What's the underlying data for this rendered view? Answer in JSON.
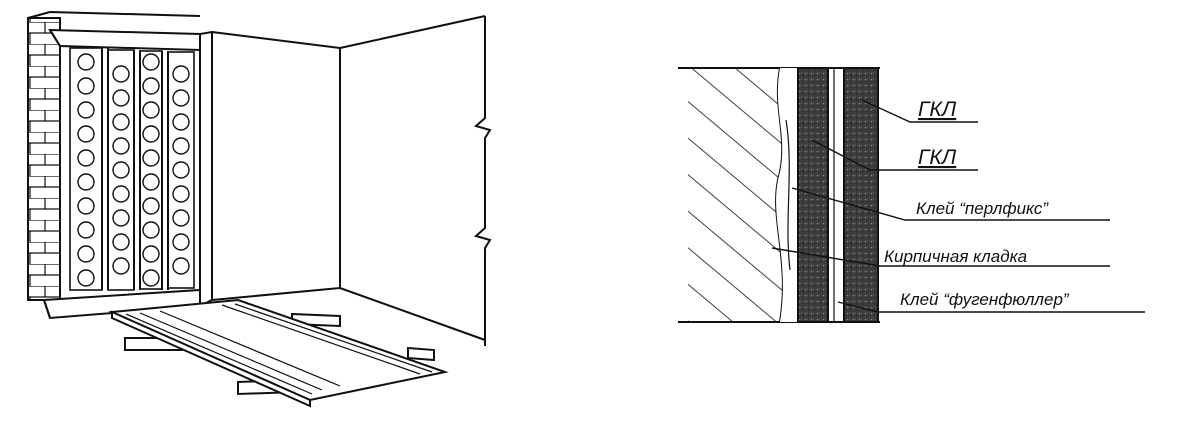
{
  "colors": {
    "ink": "#111111",
    "panel": "#4a4a4a",
    "paper": "#ffffff"
  },
  "section_labels": {
    "gkl_outer": "ГКЛ",
    "gkl_inner": "ГКЛ",
    "glue_perlfix": "Клей “перлфикс”",
    "brickwork": "Кирпичная кладка",
    "glue_fugenfuller": "Клей “фугенфюллер”"
  }
}
